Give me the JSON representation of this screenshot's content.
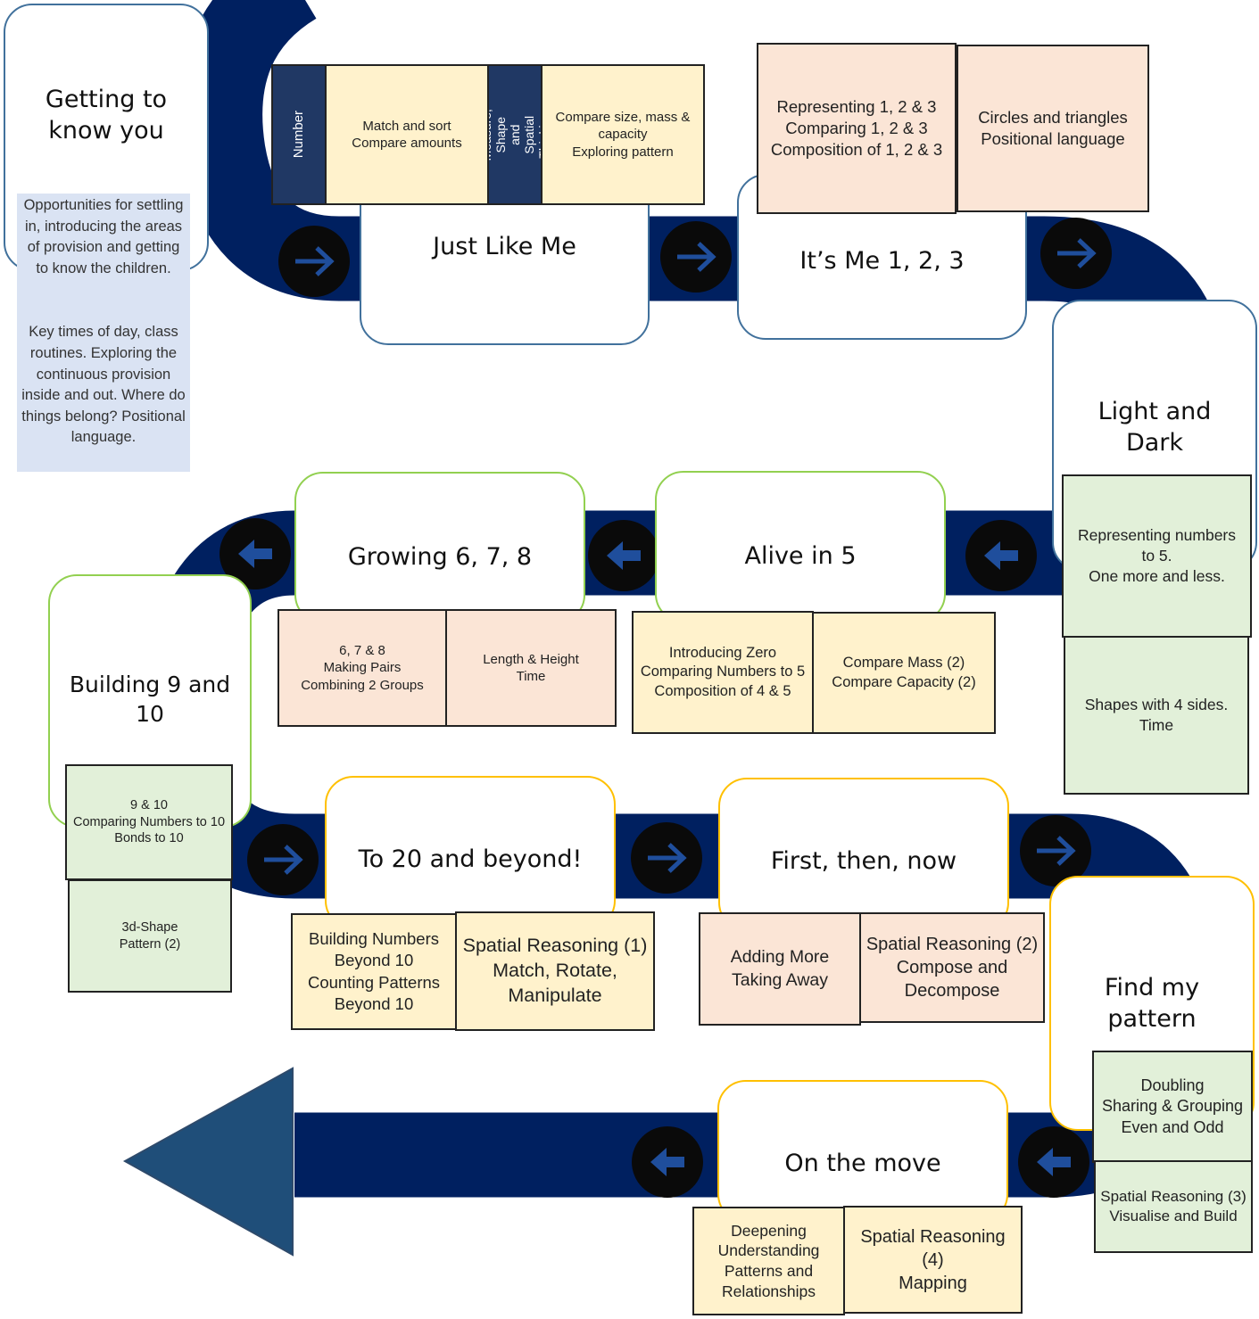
{
  "colors": {
    "road": "#002060",
    "arrow_circle": "#0a0a0a",
    "big_arrow": "#1f4e79",
    "autumn_border": "#41719c",
    "spring_border": "#92d050",
    "summer_border": "#ffc000",
    "yellow_box": "#fff2cc",
    "peach_box": "#fbe5d6",
    "green_box": "#e2f0d9",
    "strand_label": "#203864",
    "description_bg": "#dae3f3"
  },
  "units": [
    {
      "id": "getting-to-know-you",
      "title": "Getting to\nknow you"
    },
    {
      "id": "just-like-me",
      "title": "Just Like Me"
    },
    {
      "id": "its-me-123",
      "title": "It’s Me 1, 2, 3"
    },
    {
      "id": "light-and-dark",
      "title": "Light and\nDark"
    },
    {
      "id": "alive-in-5",
      "title": "Alive in 5"
    },
    {
      "id": "growing-678",
      "title": "Growing 6, 7, 8"
    },
    {
      "id": "building-9-and-10",
      "title": "Building 9 and\n10"
    },
    {
      "id": "to-20-and-beyond",
      "title": "To 20 and beyond!"
    },
    {
      "id": "first-then-now",
      "title": "First, then, now"
    },
    {
      "id": "find-my-pattern",
      "title": "Find my\npattern"
    },
    {
      "id": "on-the-move",
      "title": "On the move"
    }
  ],
  "description": {
    "para1": "Opportunities for settling in, introducing the areas of provision and getting to know the children.",
    "para2": "Key times of day, class routines. Exploring the continuous provision inside and out. Where do things belong? Positional language."
  },
  "strands": {
    "number": "Number",
    "measure": "Measure, Shape and\nSpatial Thinking"
  },
  "boxes": {
    "jlm_number": "Match and sort\nCompare amounts",
    "jlm_measure": "Compare size, mass &\ncapacity\nExploring pattern",
    "im_number": "Representing 1, 2 & 3\nComparing 1, 2 & 3\nComposition of 1, 2 & 3",
    "im_measure": "Circles and triangles\nPositional language",
    "ld_number": "Representing numbers\nto 5.\nOne more and less.",
    "ld_measure": "Shapes with 4 sides.\nTime",
    "a5_number": "Introducing Zero\nComparing Numbers to 5\nComposition of 4 & 5",
    "a5_measure": "Compare Mass (2)\nCompare Capacity (2)",
    "g678_number": "6, 7 & 8\nMaking Pairs\nCombining 2 Groups",
    "g678_measure": "Length & Height\nTime",
    "b910_number": "9 & 10\nComparing Numbers to 10\nBonds to 10",
    "b910_measure": "3d-Shape\nPattern (2)",
    "t20_number": "Building Numbers\nBeyond 10\nCounting Patterns\nBeyond 10",
    "t20_measure": "Spatial Reasoning (1)\nMatch, Rotate,\nManipulate",
    "ftn_number": "Adding More\nTaking Away",
    "ftn_measure": "Spatial Reasoning (2)\nCompose and\nDecompose",
    "fmp_number": "Doubling\nSharing & Grouping\nEven and Odd",
    "fmp_measure": "Spatial Reasoning (3)\nVisualise and Build",
    "otm_number": "Deepening\nUnderstanding\nPatterns and\nRelationships",
    "otm_measure": "Spatial Reasoning (4)\nMapping"
  },
  "arrows": [
    {
      "id": "row1-a",
      "direction": "right"
    },
    {
      "id": "row1-b",
      "direction": "right"
    },
    {
      "id": "row1-c",
      "direction": "right"
    },
    {
      "id": "row2-a",
      "direction": "left"
    },
    {
      "id": "row2-b",
      "direction": "left"
    },
    {
      "id": "row2-c",
      "direction": "left"
    },
    {
      "id": "row3-a",
      "direction": "right"
    },
    {
      "id": "row3-b",
      "direction": "right"
    },
    {
      "id": "row3-c",
      "direction": "right"
    },
    {
      "id": "row4-a",
      "direction": "left"
    },
    {
      "id": "row4-b",
      "direction": "left"
    }
  ]
}
